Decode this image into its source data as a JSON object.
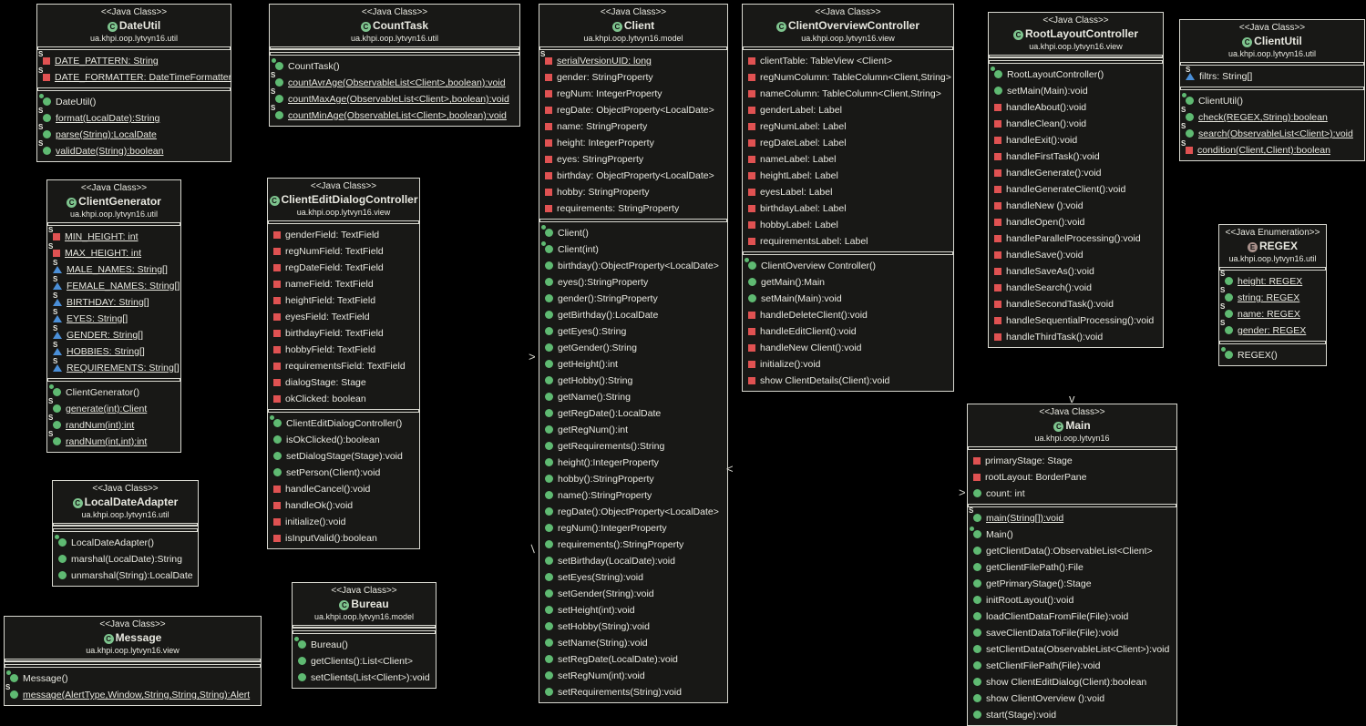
{
  "classes": [
    {
      "id": "dateutil",
      "stereotype": "<<Java Class>>",
      "name": "DateUtil",
      "package": "ua.khpi.oop.lytvyn16.util",
      "fields": [
        {
          "text": "DATE_PATTERN: String",
          "vis": "priv",
          "mod": "SF",
          "u": true
        },
        {
          "text": "DATE_FORMATTER: DateTimeFormatter",
          "vis": "priv",
          "mod": "SF",
          "u": true
        }
      ],
      "methods": [
        {
          "text": "DateUtil()",
          "vis": "pub",
          "mod": "C"
        },
        {
          "text": "format(LocalDate):String",
          "vis": "pub",
          "mod": "S",
          "u": true
        },
        {
          "text": "parse(String):LocalDate",
          "vis": "pub",
          "mod": "S",
          "u": true
        },
        {
          "text": "validDate(String):boolean",
          "vis": "pub",
          "mod": "S",
          "u": true
        }
      ]
    },
    {
      "id": "counttask",
      "stereotype": "<<Java Class>>",
      "name": "CountTask",
      "package": "ua.khpi.oop.lytvyn16.util",
      "fields": [],
      "methods": [
        {
          "text": "CountTask()",
          "vis": "pub",
          "mod": "C"
        },
        {
          "text": "countAvrAge(ObservableList<Client>,boolean):void",
          "vis": "pub",
          "mod": "S",
          "u": true
        },
        {
          "text": "countMaxAge(ObservableList<Client>,boolean):void",
          "vis": "pub",
          "mod": "S",
          "u": true
        },
        {
          "text": "countMinAge(ObservableList<Client>,boolean):void",
          "vis": "pub",
          "mod": "S",
          "u": true
        }
      ]
    },
    {
      "id": "client",
      "stereotype": "<<Java Class>>",
      "name": "Client",
      "package": "ua.khpi.oop.lytvyn16.model",
      "fields": [
        {
          "text": "serialVersionUID: long",
          "vis": "priv",
          "mod": "SF",
          "u": true
        },
        {
          "text": "gender: StringProperty",
          "vis": "priv"
        },
        {
          "text": "regNum: IntegerProperty",
          "vis": "priv"
        },
        {
          "text": "regDate: ObjectProperty<LocalDate>",
          "vis": "priv"
        },
        {
          "text": "name: StringProperty",
          "vis": "priv"
        },
        {
          "text": "height: IntegerProperty",
          "vis": "priv"
        },
        {
          "text": "eyes: StringProperty",
          "vis": "priv"
        },
        {
          "text": "birthday: ObjectProperty<LocalDate>",
          "vis": "priv"
        },
        {
          "text": "hobby: StringProperty",
          "vis": "priv"
        },
        {
          "text": "requirements: StringProperty",
          "vis": "priv"
        }
      ],
      "methods": [
        {
          "text": "Client()",
          "vis": "pub",
          "mod": "C"
        },
        {
          "text": "Client(int)",
          "vis": "pub",
          "mod": "C"
        },
        {
          "text": "birthday():ObjectProperty<LocalDate>",
          "vis": "pub"
        },
        {
          "text": "eyes():StringProperty",
          "vis": "pub"
        },
        {
          "text": "gender():StringProperty",
          "vis": "pub"
        },
        {
          "text": "getBirthday():LocalDate",
          "vis": "pub"
        },
        {
          "text": "getEyes():String",
          "vis": "pub"
        },
        {
          "text": "getGender():String",
          "vis": "pub"
        },
        {
          "text": "getHeight():int",
          "vis": "pub"
        },
        {
          "text": "getHobby():String",
          "vis": "pub"
        },
        {
          "text": "getName():String",
          "vis": "pub"
        },
        {
          "text": "getRegDate():LocalDate",
          "vis": "pub"
        },
        {
          "text": "getRegNum():int",
          "vis": "pub"
        },
        {
          "text": "getRequirements():String",
          "vis": "pub"
        },
        {
          "text": "height():IntegerProperty",
          "vis": "pub"
        },
        {
          "text": "hobby():StringProperty",
          "vis": "pub"
        },
        {
          "text": "name():StringProperty",
          "vis": "pub"
        },
        {
          "text": "regDate():ObjectProperty<LocalDate>",
          "vis": "pub"
        },
        {
          "text": "regNum():IntegerProperty",
          "vis": "pub"
        },
        {
          "text": "requirements():StringProperty",
          "vis": "pub"
        },
        {
          "text": "setBirthday(LocalDate):void",
          "vis": "pub"
        },
        {
          "text": "setEyes(String):void",
          "vis": "pub"
        },
        {
          "text": "setGender(String):void",
          "vis": "pub"
        },
        {
          "text": "setHeight(int):void",
          "vis": "pub"
        },
        {
          "text": "setHobby(String):void",
          "vis": "pub"
        },
        {
          "text": "setName(String):void",
          "vis": "pub"
        },
        {
          "text": "setRegDate(LocalDate):void",
          "vis": "pub"
        },
        {
          "text": "setRegNum(int):void",
          "vis": "pub"
        },
        {
          "text": "setRequirements(String):void",
          "vis": "pub"
        }
      ]
    },
    {
      "id": "clientoverview",
      "stereotype": "<<Java Class>>",
      "name": "ClientOverviewController",
      "package": "ua.khpi.oop.lytvyn16.view",
      "fields": [
        {
          "text": "clientTable: TableView <Client>",
          "vis": "priv"
        },
        {
          "text": "regNumColumn: TableColumn<Client,String>",
          "vis": "priv"
        },
        {
          "text": "nameColumn: TableColumn<Client,String>",
          "vis": "priv"
        },
        {
          "text": "genderLabel: Label",
          "vis": "priv"
        },
        {
          "text": "regNumLabel: Label",
          "vis": "priv"
        },
        {
          "text": "regDateLabel: Label",
          "vis": "priv"
        },
        {
          "text": "nameLabel: Label",
          "vis": "priv"
        },
        {
          "text": "heightLabel: Label",
          "vis": "priv"
        },
        {
          "text": "eyesLabel: Label",
          "vis": "priv"
        },
        {
          "text": "birthdayLabel: Label",
          "vis": "priv"
        },
        {
          "text": "hobbyLabel: Label",
          "vis": "priv"
        },
        {
          "text": "requirementsLabel: Label",
          "vis": "priv"
        }
      ],
      "methods": [
        {
          "text": "ClientOverview Controller()",
          "vis": "pub",
          "mod": "C"
        },
        {
          "text": "getMain():Main",
          "vis": "pub"
        },
        {
          "text": "setMain(Main):void",
          "vis": "pub"
        },
        {
          "text": "handleDeleteClient():void",
          "vis": "priv"
        },
        {
          "text": "handleEditClient():void",
          "vis": "priv"
        },
        {
          "text": "handleNew Client():void",
          "vis": "priv"
        },
        {
          "text": "initialize():void",
          "vis": "priv"
        },
        {
          "text": "show ClientDetails(Client):void",
          "vis": "priv"
        }
      ]
    },
    {
      "id": "rootlayout",
      "stereotype": "<<Java Class>>",
      "name": "RootLayoutController",
      "package": "ua.khpi.oop.lytvyn16.view",
      "fields": [],
      "methods": [
        {
          "text": "RootLayoutController()",
          "vis": "pub",
          "mod": "C"
        },
        {
          "text": "setMain(Main):void",
          "vis": "pub"
        },
        {
          "text": "handleAbout():void",
          "vis": "priv"
        },
        {
          "text": "handleClean():void",
          "vis": "priv"
        },
        {
          "text": "handleExit():void",
          "vis": "priv"
        },
        {
          "text": "handleFirstTask():void",
          "vis": "priv"
        },
        {
          "text": "handleGenerate():void",
          "vis": "priv"
        },
        {
          "text": "handleGenerateClient():void",
          "vis": "priv"
        },
        {
          "text": "handleNew ():void",
          "vis": "priv"
        },
        {
          "text": "handleOpen():void",
          "vis": "priv"
        },
        {
          "text": "handleParallelProcessing():void",
          "vis": "priv"
        },
        {
          "text": "handleSave():void",
          "vis": "priv"
        },
        {
          "text": "handleSaveAs():void",
          "vis": "priv"
        },
        {
          "text": "handleSearch():void",
          "vis": "priv"
        },
        {
          "text": "handleSecondTask():void",
          "vis": "priv"
        },
        {
          "text": "handleSequentialProcessing():void",
          "vis": "priv"
        },
        {
          "text": "handleThirdTask():void",
          "vis": "priv"
        }
      ]
    },
    {
      "id": "clientutil",
      "stereotype": "<<Java Class>>",
      "name": "ClientUtil",
      "package": "ua.khpi.oop.lytvyn16.util",
      "fields": [
        {
          "text": "filtrs: String[]",
          "vis": "pkgf",
          "mod": "S"
        }
      ],
      "methods": [
        {
          "text": "ClientUtil()",
          "vis": "pub",
          "mod": "C"
        },
        {
          "text": "check(REGEX,String):boolean",
          "vis": "pub",
          "mod": "S",
          "u": true
        },
        {
          "text": "search(ObservableList<Client>):void",
          "vis": "pub",
          "mod": "S",
          "u": true
        },
        {
          "text": "condition(Client,Client):boolean",
          "vis": "priv",
          "mod": "S",
          "u": true
        }
      ]
    },
    {
      "id": "clientgen",
      "stereotype": "<<Java Class>>",
      "name": "ClientGenerator",
      "package": "ua.khpi.oop.lytvyn16.util",
      "fields": [
        {
          "text": "MIN_HEIGHT: int",
          "vis": "priv",
          "mod": "SF",
          "u": true
        },
        {
          "text": "MAX_HEIGHT: int",
          "vis": "priv",
          "mod": "SF",
          "u": true
        },
        {
          "text": "MALE_NAMES: String[]",
          "vis": "pkgf",
          "mod": "S",
          "u": true
        },
        {
          "text": "FEMALE_NAMES: String[]",
          "vis": "pkgf",
          "mod": "S",
          "u": true
        },
        {
          "text": "BIRTHDAY: String[]",
          "vis": "pkgf",
          "mod": "S",
          "u": true
        },
        {
          "text": "EYES: String[]",
          "vis": "pkgf",
          "mod": "S",
          "u": true
        },
        {
          "text": "GENDER: String[]",
          "vis": "pkgf",
          "mod": "S",
          "u": true
        },
        {
          "text": "HOBBIES: String[]",
          "vis": "pkgf",
          "mod": "S",
          "u": true
        },
        {
          "text": "REQUIREMENTS: String[]",
          "vis": "pkgf",
          "mod": "S",
          "u": true
        }
      ],
      "methods": [
        {
          "text": "ClientGenerator()",
          "vis": "pub",
          "mod": "C"
        },
        {
          "text": "generate(int):Client",
          "vis": "pub",
          "mod": "S",
          "u": true
        },
        {
          "text": "randNum(int):int",
          "vis": "pub",
          "mod": "S",
          "u": true
        },
        {
          "text": "randNum(int,int):int",
          "vis": "pub",
          "mod": "S",
          "u": true
        }
      ]
    },
    {
      "id": "clientedit",
      "stereotype": "<<Java Class>>",
      "name": "ClientEditDialogController",
      "package": "ua.khpi.oop.lytvyn16.view",
      "fields": [
        {
          "text": "genderField: TextField",
          "vis": "priv"
        },
        {
          "text": "regNumField: TextField",
          "vis": "priv"
        },
        {
          "text": "regDateField: TextField",
          "vis": "priv"
        },
        {
          "text": "nameField: TextField",
          "vis": "priv"
        },
        {
          "text": "heightField: TextField",
          "vis": "priv"
        },
        {
          "text": "eyesField: TextField",
          "vis": "priv"
        },
        {
          "text": "birthdayField: TextField",
          "vis": "priv"
        },
        {
          "text": "hobbyField: TextField",
          "vis": "priv"
        },
        {
          "text": "requirementsField: TextField",
          "vis": "priv"
        },
        {
          "text": "dialogStage: Stage",
          "vis": "priv"
        },
        {
          "text": "okClicked: boolean",
          "vis": "priv"
        }
      ],
      "methods": [
        {
          "text": "ClientEditDialogController()",
          "vis": "pub",
          "mod": "C"
        },
        {
          "text": "isOkClicked():boolean",
          "vis": "pub"
        },
        {
          "text": "setDialogStage(Stage):void",
          "vis": "pub"
        },
        {
          "text": "setPerson(Client):void",
          "vis": "pub"
        },
        {
          "text": "handleCancel():void",
          "vis": "priv"
        },
        {
          "text": "handleOk():void",
          "vis": "priv"
        },
        {
          "text": "initialize():void",
          "vis": "priv"
        },
        {
          "text": "isInputValid():boolean",
          "vis": "priv"
        }
      ]
    },
    {
      "id": "regex",
      "stereotype": "<<Java Enumeration>>",
      "name": "REGEX",
      "package": "ua.khpi.oop.lytvyn16.util",
      "enum": true,
      "fields": [
        {
          "text": "height: REGEX",
          "vis": "pub",
          "mod": "SF",
          "u": true
        },
        {
          "text": "string: REGEX",
          "vis": "pub",
          "mod": "SF",
          "u": true
        },
        {
          "text": "name: REGEX",
          "vis": "pub",
          "mod": "SF",
          "u": true
        },
        {
          "text": "gender: REGEX",
          "vis": "pub",
          "mod": "SF",
          "u": true
        }
      ],
      "methods": [
        {
          "text": "REGEX()",
          "vis": "pub",
          "mod": "C"
        }
      ]
    },
    {
      "id": "localdate",
      "stereotype": "<<Java Class>>",
      "name": "LocalDateAdapter",
      "package": "ua.khpi.oop.lytvyn16.util",
      "fields": [],
      "methods": [
        {
          "text": "LocalDateAdapter()",
          "vis": "pub",
          "mod": "C"
        },
        {
          "text": "marshal(LocalDate):String",
          "vis": "pub"
        },
        {
          "text": "unmarshal(String):LocalDate",
          "vis": "pub"
        }
      ]
    },
    {
      "id": "main",
      "stereotype": "<<Java Class>>",
      "name": "Main",
      "package": "ua.khpi.oop.lytvyn16",
      "fields": [
        {
          "text": "primaryStage: Stage",
          "vis": "priv"
        },
        {
          "text": "rootLayout: BorderPane",
          "vis": "priv"
        },
        {
          "text": "count: int",
          "vis": "pub"
        }
      ],
      "methods": [
        {
          "text": "main(String[]):void",
          "vis": "pub",
          "mod": "S",
          "u": true
        },
        {
          "text": "Main()",
          "vis": "pub",
          "mod": "C"
        },
        {
          "text": "getClientData():ObservableList<Client>",
          "vis": "pub"
        },
        {
          "text": "getClientFilePath():File",
          "vis": "pub"
        },
        {
          "text": "getPrimaryStage():Stage",
          "vis": "pub"
        },
        {
          "text": "initRootLayout():void",
          "vis": "pub"
        },
        {
          "text": "loadClientDataFromFile(File):void",
          "vis": "pub"
        },
        {
          "text": "saveClientDataToFile(File):void",
          "vis": "pub"
        },
        {
          "text": "setClientData(ObservableList<Client>):void",
          "vis": "pub"
        },
        {
          "text": "setClientFilePath(File):void",
          "vis": "pub"
        },
        {
          "text": "show ClientEditDialog(Client):boolean",
          "vis": "pub"
        },
        {
          "text": "show ClientOverview ():void",
          "vis": "pub"
        },
        {
          "text": "start(Stage):void",
          "vis": "pub"
        }
      ]
    },
    {
      "id": "bureau",
      "stereotype": "<<Java Class>>",
      "name": "Bureau",
      "package": "ua.khpi.oop.lytvyn16.model",
      "fields": [],
      "methods": [
        {
          "text": "Bureau()",
          "vis": "pub",
          "mod": "C"
        },
        {
          "text": "getClients():List<Client>",
          "vis": "pub"
        },
        {
          "text": "setClients(List<Client>):void",
          "vis": "pub"
        }
      ]
    },
    {
      "id": "message",
      "stereotype": "<<Java Class>>",
      "name": "Message",
      "package": "ua.khpi.oop.lytvyn16.view",
      "fields": [],
      "methods": [
        {
          "text": "Message()",
          "vis": "pub",
          "mod": "C"
        },
        {
          "text": "message(AlertType,Window,String,String,String):Alert",
          "vis": "pub",
          "mod": "S",
          "u": true
        }
      ]
    }
  ]
}
